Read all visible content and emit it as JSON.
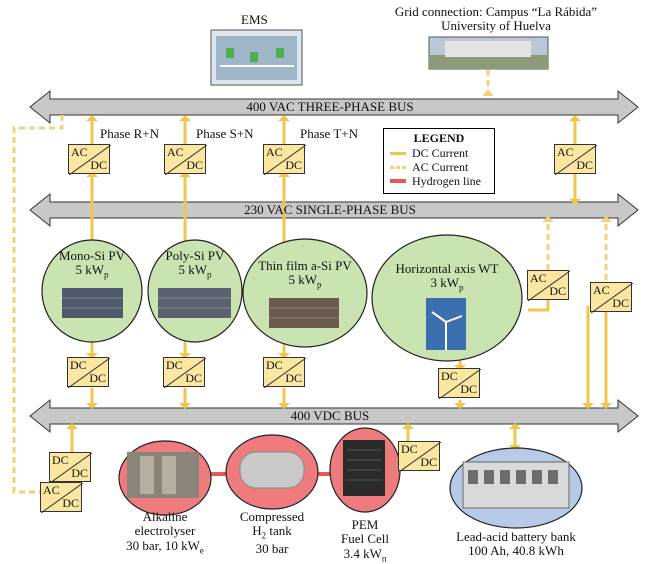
{
  "title_ems": "EMS",
  "grid": {
    "line1": "Grid connection: Campus “La Rábida”",
    "line2": "University of Huelva"
  },
  "buses": {
    "ac3": "400 VAC THREE-PHASE BUS",
    "ac1": "230 VAC SINGLE-PHASE BUS",
    "dc": "400 VDC BUS"
  },
  "phases": {
    "r": "Phase R+N",
    "s": "Phase S+N",
    "t": "Phase T+N"
  },
  "legend": {
    "title": "LEGEND",
    "dc": "DC Current",
    "ac": "AC Current",
    "h2": "Hydrogen line"
  },
  "converters": {
    "ac": "AC",
    "dc": "DC"
  },
  "pv": {
    "mono": {
      "name": "Mono-Si PV",
      "power": "5 kW",
      "sub": "p"
    },
    "poly": {
      "name": "Poly-Si PV",
      "power": "5 kW",
      "sub": "p"
    },
    "thin": {
      "name": "Thin film a-Si PV",
      "power": "5 kW",
      "sub": "p"
    }
  },
  "wt": {
    "name": "Horizontal axis WT",
    "power": "3 kW",
    "sub": "p"
  },
  "electrolyser": {
    "l1": "Alkaline",
    "l2": "electrolyser",
    "l3": "30 bar, 10 kW",
    "sub": "e"
  },
  "tank": {
    "l1": "Compressed",
    "l2a": "H",
    "l2sub": "2",
    "l2b": " tank",
    "l3": "30 bar"
  },
  "fuelcell": {
    "l1": "PEM",
    "l2": "Fuel Cell",
    "l3": "3.4 kW",
    "sub": "n"
  },
  "battery": {
    "l1": "Lead-acid battery bank",
    "l2": "100 Ah, 40.8 kWh"
  },
  "colors": {
    "dc": "#f2c64e",
    "ac": "#f5d27a",
    "h2": "#e8575a",
    "bus": "#c8c8c8",
    "pvfill": "#c9e4b0",
    "h2fill": "#ee7b7d",
    "batfill": "#b7cbe8",
    "conv": "#fbe7a1"
  },
  "icons": [
    "ems-screenshot",
    "campus-photo",
    "solar-panel-photo",
    "wind-turbine-photo",
    "electrolyser-photo",
    "tank-photo",
    "fuel-cell-photo",
    "battery-photo"
  ]
}
